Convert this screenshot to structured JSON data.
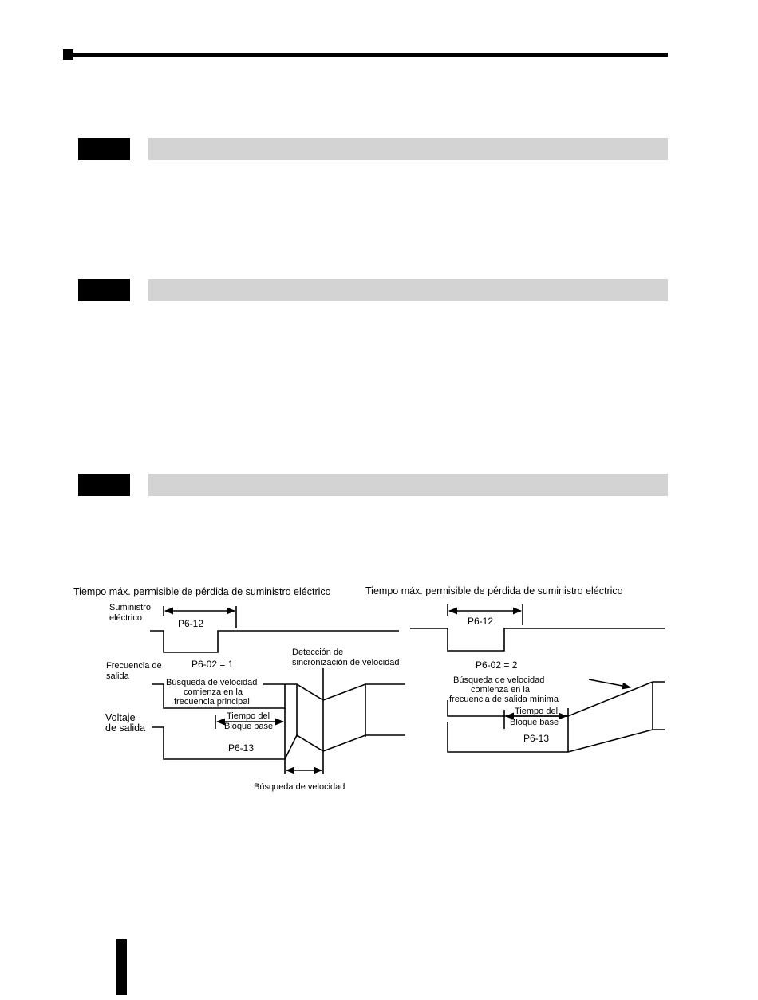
{
  "diagram": {
    "left": {
      "title": "Tiempo máx. permisible de pérdida de suministro eléctrico",
      "power_label_1": "Suministro",
      "power_label_2": "eléctrico",
      "p6_12": "P6-12",
      "freq_label_1": "Frecuencia de",
      "freq_label_2": "salida",
      "p6_02": "P6-02 = 1",
      "detect_1": "Detección de",
      "detect_2": "sincronización de velocidad",
      "search_1": "Búsqueda de velocidad",
      "search_2": "comienza en la",
      "search_3": "frecuencia principal",
      "volt_label_1": "Voltaje",
      "volt_label_2": "de salida",
      "bb_1": "Tiempo del",
      "bb_2": "Bloque base",
      "p6_13": "P6-13",
      "speed_search": "Búsqueda de velocidad"
    },
    "right": {
      "title": "Tiempo máx. permisible de pérdida de suministro eléctrico",
      "p6_12": "P6-12",
      "p6_02": "P6-02 = 2",
      "search_1": "Búsqueda de velocidad",
      "search_2": "comienza en la",
      "search_3": "frecuencia de salida mínima",
      "bb_1": "Tiempo del",
      "bb_2": "Bloque base",
      "p6_13": "P6-13"
    }
  }
}
